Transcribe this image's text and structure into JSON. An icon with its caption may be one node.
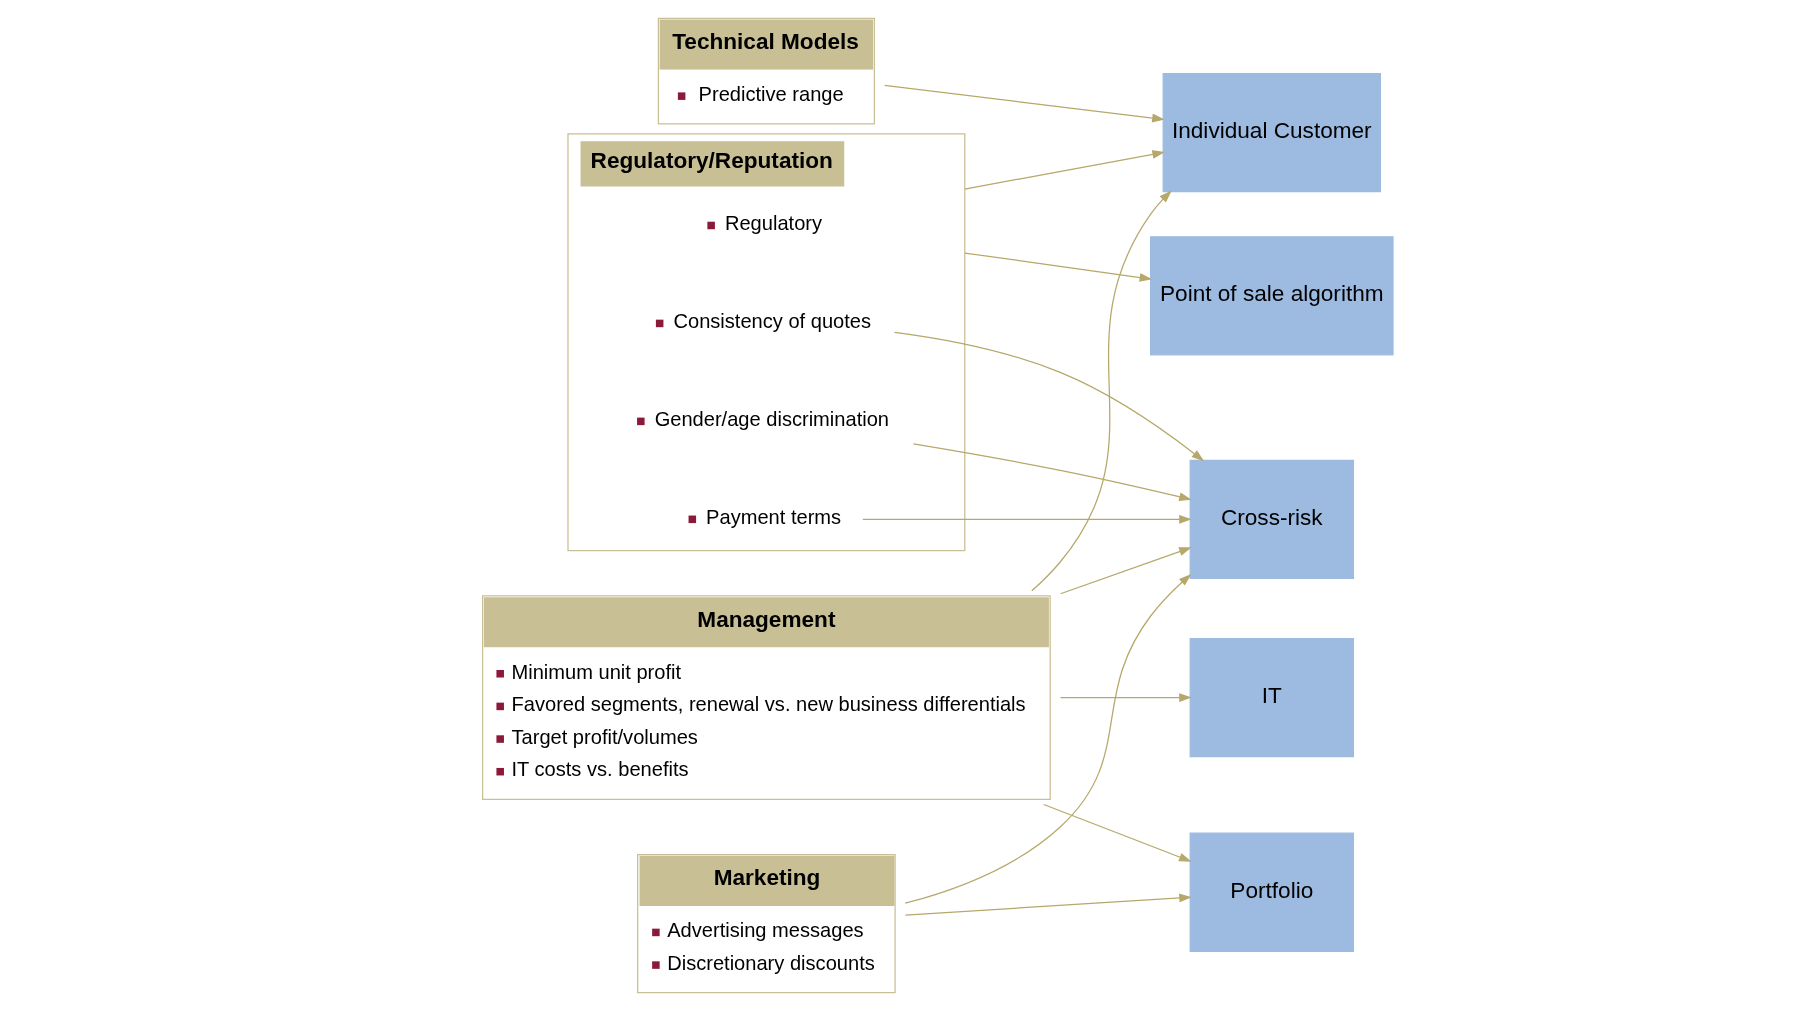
{
  "diagram": {
    "nodes": [
      {
        "text": [
          "Point of sale algorithm"
        ]
      },
      {
        "text": [
          "Individual Customer"
        ]
      },
      {
        "text": [
          "Regulatory/Reputation"
        ]
      },
      {
        "text": [
          "Regulatory"
        ],
        "in": 2
      },
      {
        "text": [
          "Consistency of quotes"
        ],
        "in": 2
      },
      {
        "text": [
          "Payment terms"
        ],
        "in": 2
      },
      {
        "text": [
          "Gender/age discrimination"
        ],
        "in": 2
      },
      {
        "text": [
          "Marketing",
          "Advertising messages",
          "Discretionary discounts"
        ]
      },
      {
        "text": [
          "Cross-risk"
        ]
      },
      {
        "text": [
          "Technical Models",
          "Predictive range"
        ]
      },
      {
        "text": [
          "Management",
          "Minimum unit profit",
          "Favored segments, renewal vs. new business differentials",
          "Target profit/volumes",
          "IT costs vs. benefits"
        ]
      },
      {
        "text": [
          "IT"
        ]
      },
      {
        "text": [
          "Portfolio"
        ]
      }
    ],
    "edges": [
      {
        "from": 2,
        "to": 1,
        "arrow": "to"
      },
      {
        "from": 2,
        "to": 0,
        "arrow": "to"
      },
      {
        "from": 4,
        "to": 8,
        "arrow": "to"
      },
      {
        "from": 5,
        "to": 8,
        "arrow": "to"
      },
      {
        "from": 6,
        "to": 8,
        "arrow": "to"
      },
      {
        "from": 7,
        "to": 8,
        "arrow": "to"
      },
      {
        "from": 9,
        "to": 1,
        "arrow": "to"
      },
      {
        "from": 10,
        "to": 1,
        "arrow": "to"
      },
      {
        "from": 10,
        "to": 8,
        "arrow": "to"
      },
      {
        "from": 10,
        "to": 11,
        "arrow": "to"
      },
      {
        "from": 10,
        "to": 12,
        "arrow": "to"
      },
      {
        "from": 7,
        "to": 12,
        "arrow": "to"
      }
    ]
  }
}
